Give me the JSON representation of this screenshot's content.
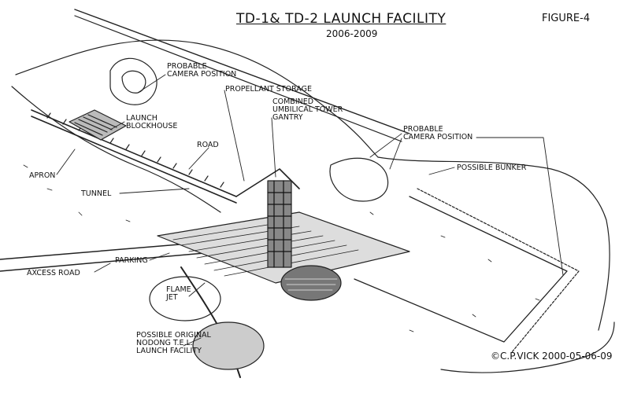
{
  "header": {
    "title": "TD-1& TD-2 LAUNCH FACILITY",
    "years": "2006-2009",
    "figure": "FIGURE-4"
  },
  "labels": {
    "camera_position_1_line1": "PROBABLE",
    "camera_position_1_line2": "CAMERA POSITION",
    "propellant_storage": "PROPELLANT STORAGE",
    "umbilical_line1": "COMBINED",
    "umbilical_line2": "UMBILICAL TOWER",
    "umbilical_line3": "GANTRY",
    "launch_blockhouse_line1": "LAUNCH",
    "launch_blockhouse_line2": "BLOCKHOUSE",
    "road": "ROAD",
    "camera_position_2_line1": "PROBABLE",
    "camera_position_2_line2": "CAMERA POSITION",
    "possible_bunker": "POSSIBLE BUNKER",
    "apron": "APRON",
    "tunnel": "TUNNEL",
    "parking": "PARKING",
    "axcess_road": "AXCESS ROAD",
    "flame_jet_line1": "FLAME",
    "flame_jet_line2": "JET",
    "nodong_line1": "POSSIBLE ORIGINAL",
    "nodong_line2": "NODONG T.E.L.",
    "nodong_line3": "LAUNCH FACILITY"
  },
  "credit": "©C.P.VICK 2000-05-06-09"
}
